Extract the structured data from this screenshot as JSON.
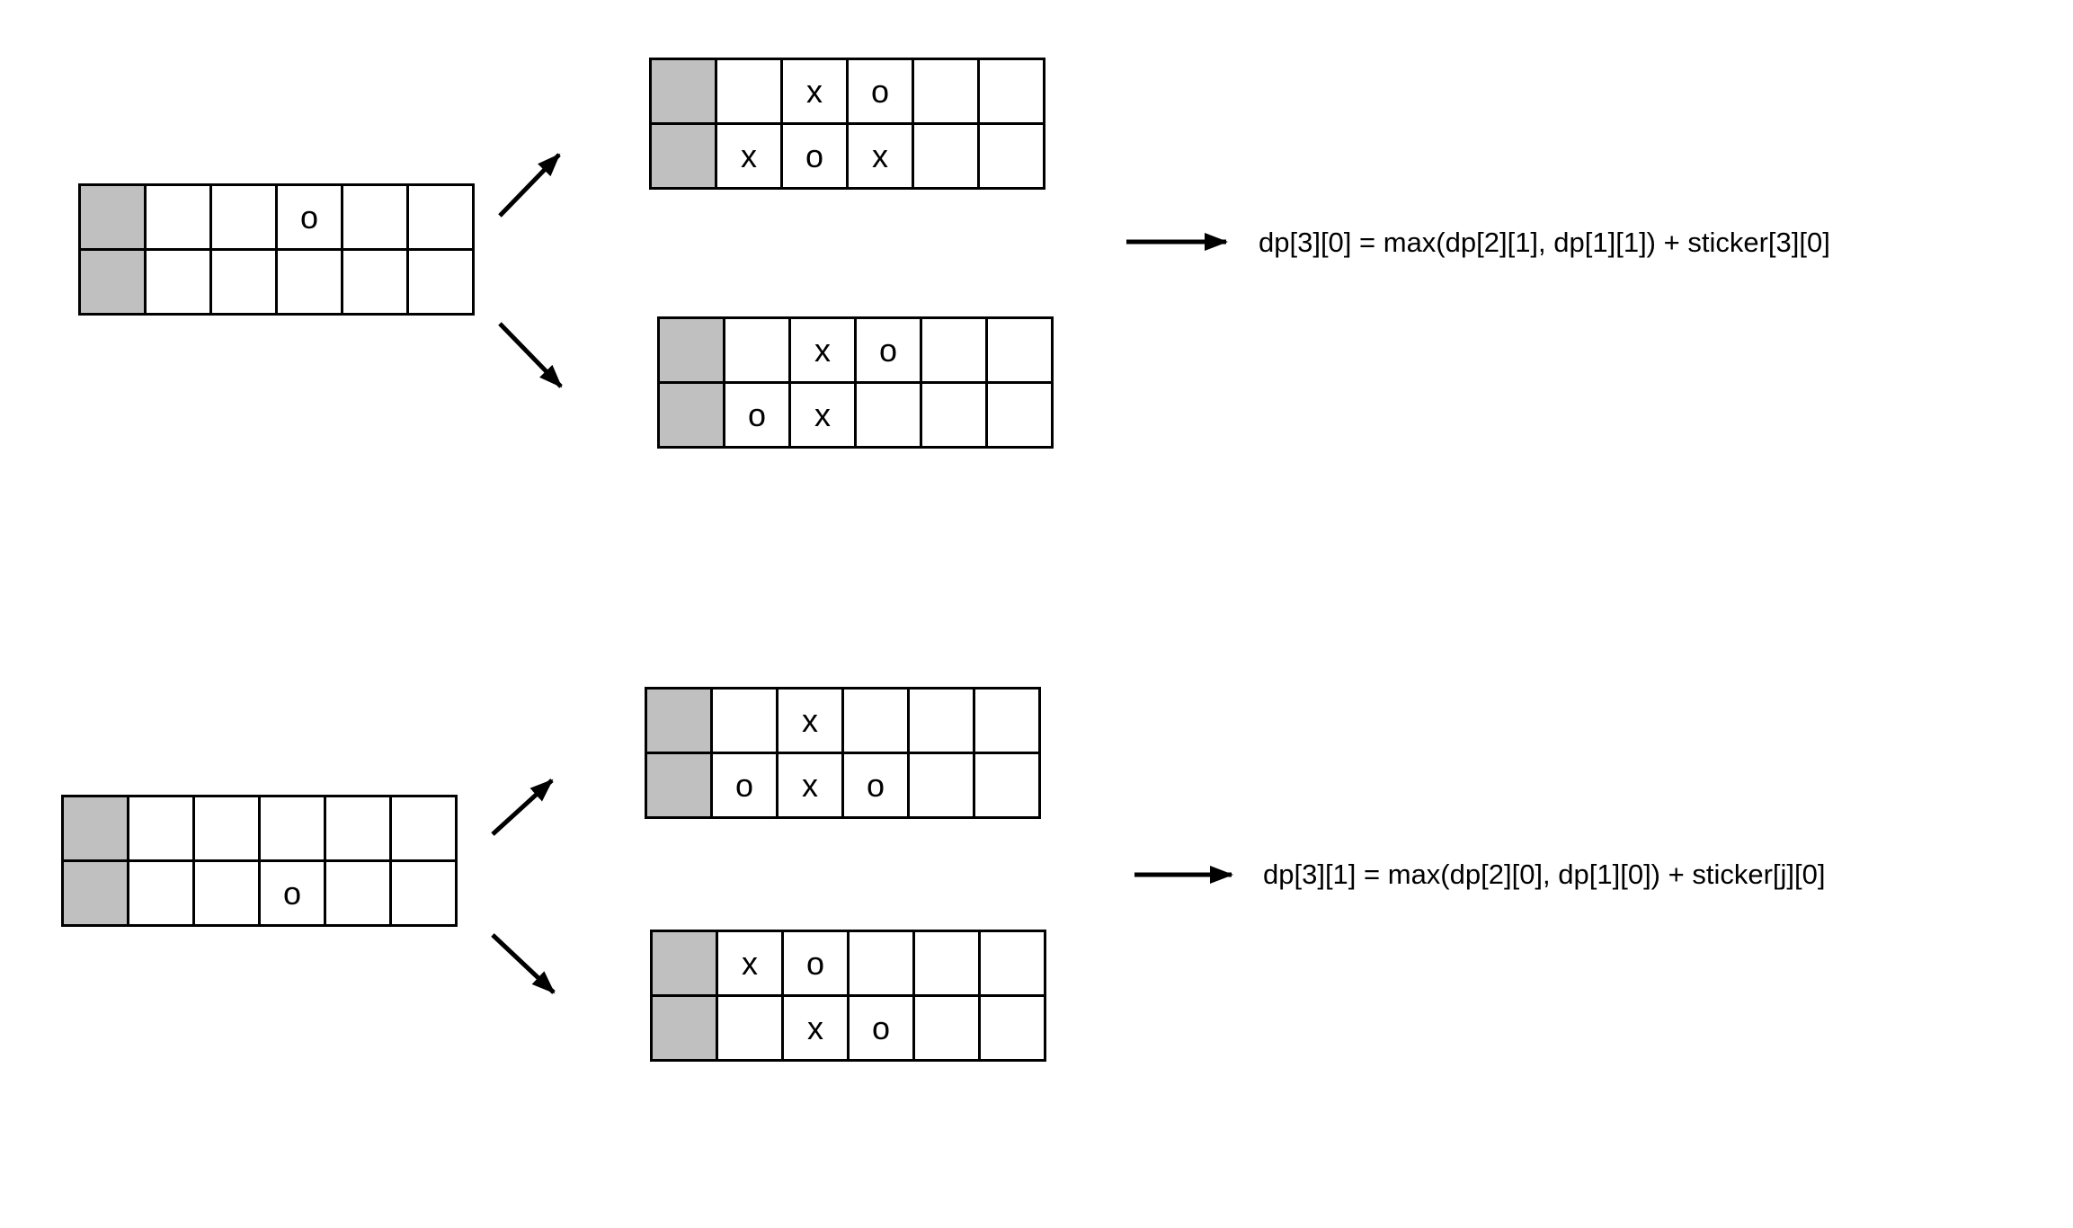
{
  "colors": {
    "background": "#ffffff",
    "grid_line": "#000000",
    "gray_cell": "#c0c0c0",
    "arrow": "#000000",
    "text": "#000000"
  },
  "grids": {
    "top_source": {
      "rows": [
        [
          "",
          "",
          "",
          "o",
          "",
          ""
        ],
        [
          "",
          "",
          "",
          "",
          "",
          ""
        ]
      ]
    },
    "top_branch1": {
      "rows": [
        [
          "",
          "",
          "x",
          "o",
          "",
          ""
        ],
        [
          "",
          "x",
          "o",
          "x",
          "",
          ""
        ]
      ]
    },
    "top_branch2": {
      "rows": [
        [
          "",
          "",
          "x",
          "o",
          "",
          ""
        ],
        [
          "",
          "o",
          "x",
          "",
          "",
          ""
        ]
      ]
    },
    "bottom_source": {
      "rows": [
        [
          "",
          "",
          "",
          "",
          "",
          ""
        ],
        [
          "",
          "",
          "",
          "o",
          "",
          ""
        ]
      ]
    },
    "bottom_branch1": {
      "rows": [
        [
          "",
          "",
          "x",
          "",
          "",
          ""
        ],
        [
          "",
          "o",
          "x",
          "o",
          "",
          ""
        ]
      ]
    },
    "bottom_branch2": {
      "rows": [
        [
          "",
          "x",
          "o",
          "",
          "",
          ""
        ],
        [
          "",
          "",
          "x",
          "o",
          "",
          ""
        ]
      ]
    }
  },
  "formulas": {
    "top": "dp[3][0] = max(dp[2][1], dp[1][1]) + sticker[3][0]",
    "bottom": "dp[3][1] = max(dp[2][0], dp[1][0]) + sticker[j][0]"
  }
}
